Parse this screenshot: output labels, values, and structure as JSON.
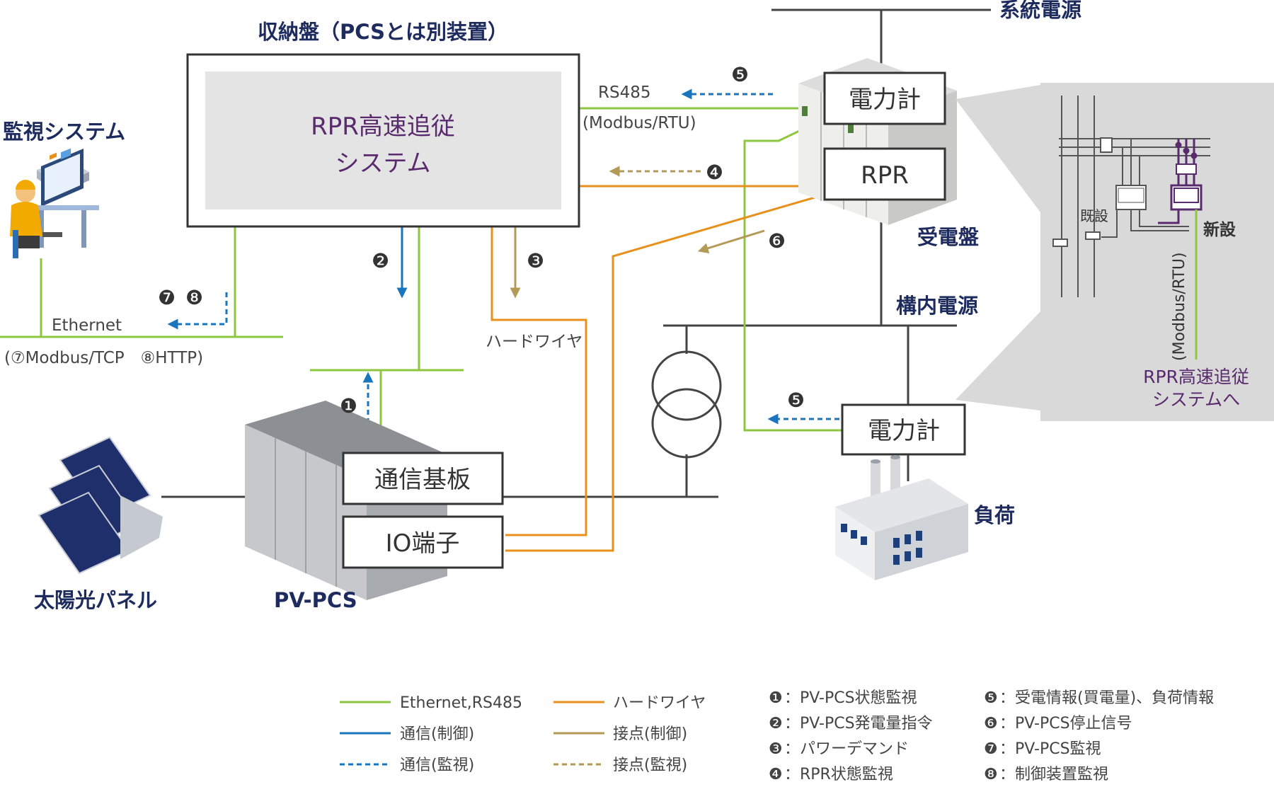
{
  "labels": {
    "storage_panel": "収納盤（PCSとは別装置）",
    "rpr_system_l1": "RPR高速追従",
    "rpr_system_l2": "システム",
    "monitoring_system": "監視システム",
    "grid_power": "系統電源",
    "meter_top": "電力計",
    "rpr": "RPR",
    "receiving_panel": "受電盤",
    "internal_power": "構内電源",
    "meter_load": "電力計",
    "load": "負荷",
    "comm_board": "通信基板",
    "io_terminal": "IO端子",
    "solar_panel": "太陽光パネル",
    "pv_pcs": "PV-PCS",
    "rs485": "RS485",
    "modbus_rtu": "(Modbus/RTU)",
    "hardwire": "ハードワイヤ",
    "ethernet": "Ethernet",
    "ethernet_protocols": "(⑦Modbus/TCP　⑧HTTP)"
  },
  "markers": {
    "m1": "❶",
    "m2": "❷",
    "m3": "❸",
    "m4": "❹",
    "m5": "❺",
    "m6": "❻",
    "m7": "❼",
    "m8": "❽"
  },
  "inset": {
    "existing": "既設",
    "new": "新設",
    "vertical_label": "(Modbus/RTU)",
    "to_system_l1": "RPR高速追従",
    "to_system_l2": "システムへ"
  },
  "legend": {
    "lines": [
      {
        "label": "Ethernet,RS485",
        "color": "#8dc63f",
        "dash": false
      },
      {
        "label": "ハードワイヤ",
        "color": "#e8901c",
        "dash": false
      },
      {
        "label": "通信(制御)",
        "color": "#1a75bc",
        "dash": false
      },
      {
        "label": "接点(制御)",
        "color": "#b39a57",
        "dash": false
      },
      {
        "label": "通信(監視)",
        "color": "#1a75bc",
        "dash": true
      },
      {
        "label": "接点(監視)",
        "color": "#b39a57",
        "dash": true
      }
    ],
    "items": [
      {
        "num": "❶",
        "text": "：PV-PCS状態監視"
      },
      {
        "num": "❷",
        "text": "：PV-PCS発電量指令"
      },
      {
        "num": "❸",
        "text": "：パワーデマンド"
      },
      {
        "num": "❹",
        "text": "：RPR状態監視"
      },
      {
        "num": "❺",
        "text": "：受電情報(買電量)、負荷情報"
      },
      {
        "num": "❻",
        "text": "：PV-PCS停止信号"
      },
      {
        "num": "❼",
        "text": "：PV-PCS監視"
      },
      {
        "num": "❽",
        "text": "：制御装置監視"
      }
    ]
  },
  "colors": {
    "ethernet": "#8dc63f",
    "hardwire": "#e8901c",
    "comm": "#1a75bc",
    "contact": "#b39a57",
    "navy": "#1d2b5e",
    "purple": "#5a2a6e",
    "box_gray": "#e4e4e4"
  }
}
